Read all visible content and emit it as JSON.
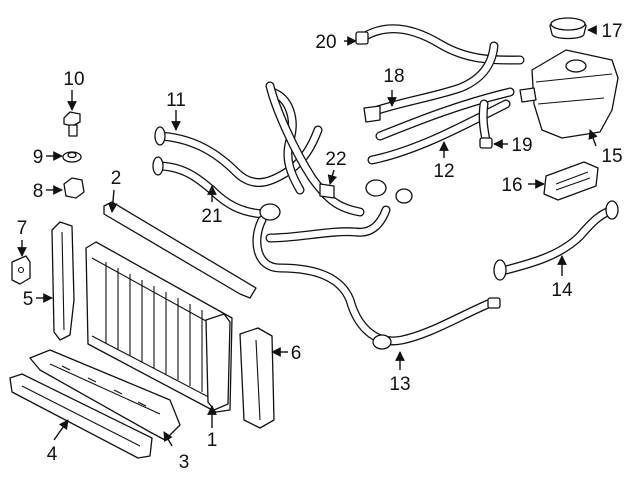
{
  "callouts": [
    {
      "label": "1"
    },
    {
      "label": "2"
    },
    {
      "label": "3"
    },
    {
      "label": "4"
    },
    {
      "label": "5"
    },
    {
      "label": "6"
    },
    {
      "label": "7"
    },
    {
      "label": "8"
    },
    {
      "label": "9"
    },
    {
      "label": "10"
    },
    {
      "label": "11"
    },
    {
      "label": "12"
    },
    {
      "label": "13"
    },
    {
      "label": "14"
    },
    {
      "label": "15"
    },
    {
      "label": "16"
    },
    {
      "label": "17"
    },
    {
      "label": "18"
    },
    {
      "label": "19"
    },
    {
      "label": "20"
    },
    {
      "label": "21"
    },
    {
      "label": "22"
    }
  ]
}
